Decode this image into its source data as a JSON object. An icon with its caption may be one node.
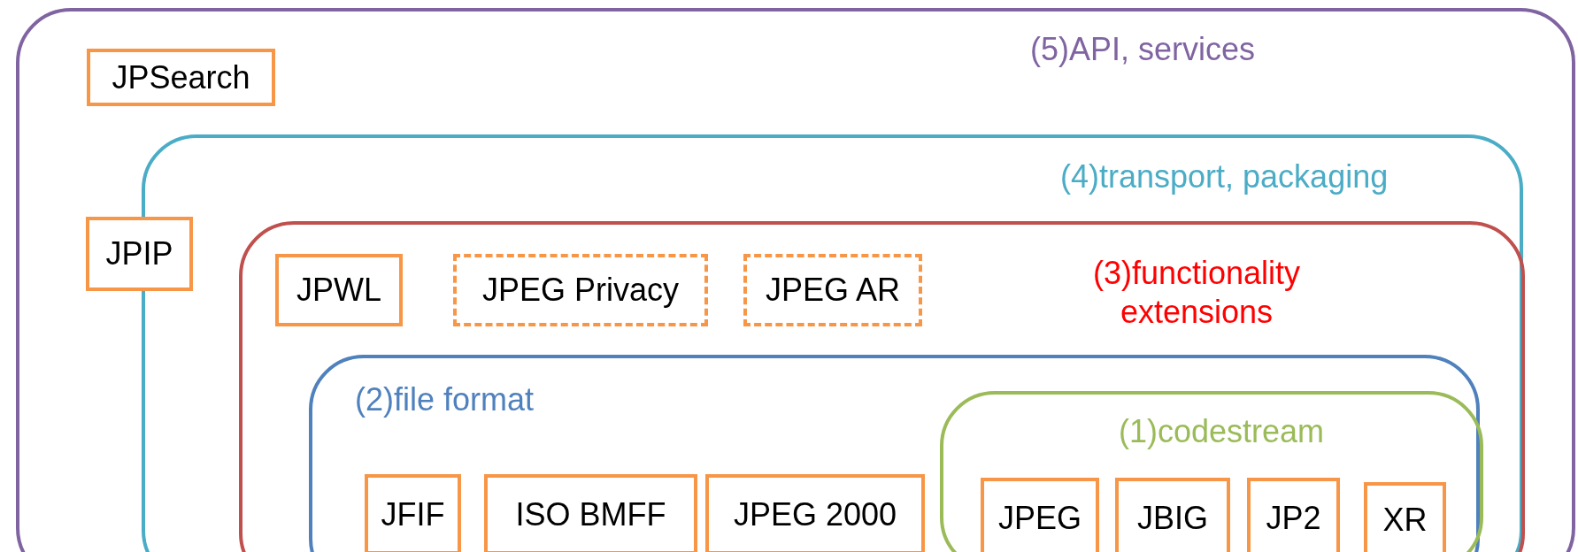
{
  "diagram": {
    "nodes": [
      {
        "text": [
          "(5)API, services"
        ]
      },
      {
        "text": [
          "JPSearch"
        ],
        "in": 0
      },
      {
        "text": [
          "JPIP"
        ],
        "in": 0
      },
      {
        "text": [
          "(4)transport, packaging"
        ],
        "in": 0
      },
      {
        "text": [
          "(3)functionality extensions"
        ],
        "in": 3
      },
      {
        "text": [
          "JPWL"
        ],
        "in": 4
      },
      {
        "text": [
          "JPEG Privacy"
        ],
        "in": 4
      },
      {
        "text": [
          "JPEG AR"
        ],
        "in": 4
      },
      {
        "text": [
          "(2)file format"
        ],
        "in": 4
      },
      {
        "text": [
          "JFIF"
        ],
        "in": 8
      },
      {
        "text": [
          "ISO BMFF"
        ],
        "in": 8
      },
      {
        "text": [
          "JPEG 2000"
        ],
        "in": 8
      },
      {
        "text": [
          "(1)codestream"
        ],
        "in": 8
      },
      {
        "text": [
          "JPEG"
        ],
        "in": 12
      },
      {
        "text": [
          "JBIG"
        ],
        "in": 12
      },
      {
        "text": [
          "JP2"
        ],
        "in": 12
      },
      {
        "text": [
          "XR"
        ],
        "in": 12
      }
    ]
  }
}
